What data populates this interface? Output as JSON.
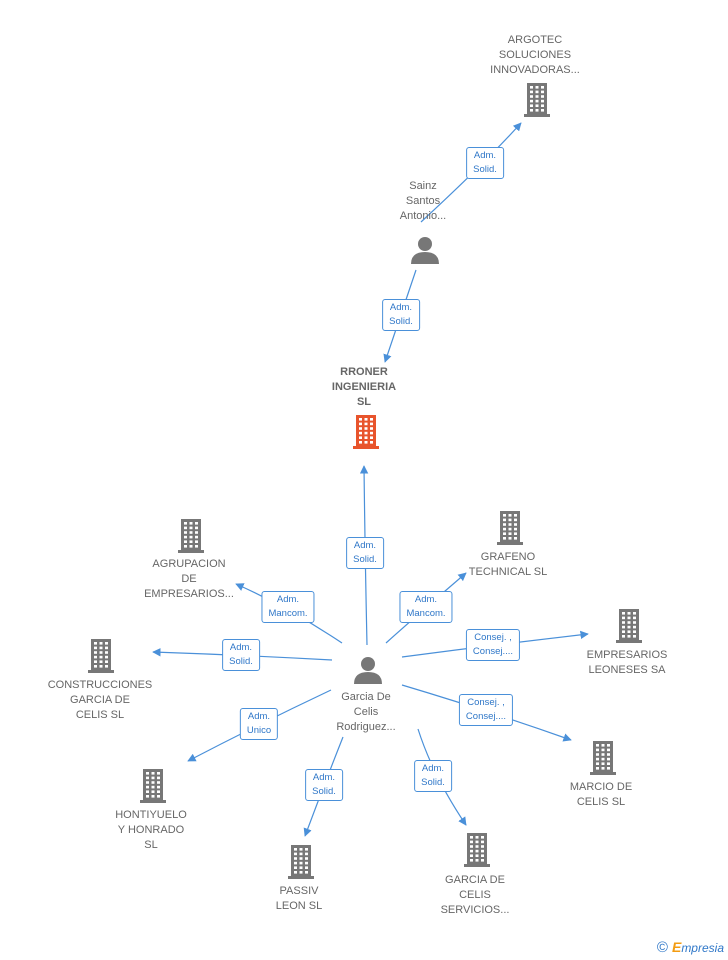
{
  "colors": {
    "line": "#4a90d9",
    "building": "#777777",
    "focus_building": "#e8542c",
    "person": "#777777"
  },
  "nodes": [
    {
      "id": "argotec",
      "type": "company",
      "label": "ARGOTEC\nSOLUCIONES\nINNOVADORAS..."
    },
    {
      "id": "sainz",
      "type": "person",
      "label": "Sainz\nSantos\nAntonio..."
    },
    {
      "id": "rroner",
      "type": "focus",
      "label": "RRONER\nINGENIERIA\nSL"
    },
    {
      "id": "garcia",
      "type": "person",
      "label": "Garcia De\nCelis\nRodriguez..."
    },
    {
      "id": "agrupacion",
      "type": "company",
      "label": "AGRUPACION\nDE\nEMPRESARIOS..."
    },
    {
      "id": "grafeno",
      "type": "company",
      "label": "GRAFENO\nTECHNICAL  SL"
    },
    {
      "id": "empresarios",
      "type": "company",
      "label": "EMPRESARIOS\nLEONESES SA"
    },
    {
      "id": "construcciones",
      "type": "company",
      "label": "CONSTRUCCIONES\nGARCIA DE\nCELIS  SL"
    },
    {
      "id": "marcio",
      "type": "company",
      "label": "MARCIO DE\nCELIS  SL"
    },
    {
      "id": "hontiyuelo",
      "type": "company",
      "label": "HONTIYUELO\nY HONRADO\nSL"
    },
    {
      "id": "passiv",
      "type": "company",
      "label": "PASSIV\nLEON  SL"
    },
    {
      "id": "servicios",
      "type": "company",
      "label": "GARCIA DE\nCELIS\nSERVICIOS..."
    }
  ],
  "relations": [
    {
      "id": "r1",
      "from": "sainz",
      "to": "argotec",
      "label": "Adm.\nSolid."
    },
    {
      "id": "r2",
      "from": "sainz",
      "to": "rroner",
      "label": "Adm.\nSolid."
    },
    {
      "id": "r3",
      "from": "garcia",
      "to": "rroner",
      "label": "Adm.\nSolid."
    },
    {
      "id": "r4",
      "from": "garcia",
      "to": "agrupacion",
      "label": "Adm.\nMancom."
    },
    {
      "id": "r5",
      "from": "garcia",
      "to": "grafeno",
      "label": "Adm.\nMancom."
    },
    {
      "id": "r6",
      "from": "garcia",
      "to": "construcciones",
      "label": "Adm.\nSolid."
    },
    {
      "id": "r7",
      "from": "garcia",
      "to": "empresarios",
      "label": "Consej. ,\nConsej...."
    },
    {
      "id": "r8",
      "from": "garcia",
      "to": "marcio",
      "label": "Consej. ,\nConsej...."
    },
    {
      "id": "r9",
      "from": "garcia",
      "to": "hontiyuelo",
      "label": "Adm.\nUnico"
    },
    {
      "id": "r10",
      "from": "garcia",
      "to": "passiv",
      "label": "Adm.\nSolid."
    },
    {
      "id": "r11",
      "from": "garcia",
      "to": "servicios",
      "label": "Adm.\nSolid."
    }
  ],
  "brand": {
    "copyright": "©",
    "initial": "E",
    "name": "mpresia"
  }
}
